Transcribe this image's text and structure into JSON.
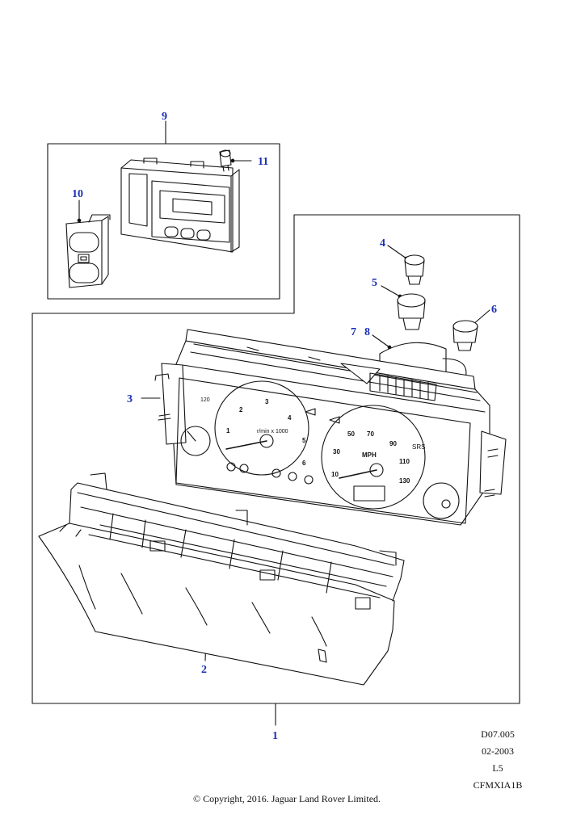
{
  "callouts": {
    "c1": "1",
    "c2": "2",
    "c3": "3",
    "c4": "4",
    "c5": "5",
    "c6": "6",
    "c7": "7",
    "c8": "8",
    "c9": "9",
    "c10": "10",
    "c11": "11"
  },
  "colors": {
    "callout": "#1a2fb5",
    "line": "#111111"
  },
  "gauges": {
    "tacho_label": "r/min x 1000",
    "tacho_ticks": [
      "1",
      "2",
      "3",
      "4",
      "5",
      "6"
    ],
    "speedo_unit": "MPH",
    "speedo_ticks": [
      "10",
      "30",
      "50",
      "70",
      "90",
      "110",
      "130"
    ],
    "srs": "SRS",
    "temp_c": "120"
  },
  "meta": {
    "ref": "D07.005",
    "date": "02-2003",
    "level": "L5",
    "code": "CFMXIA1B",
    "copyright": "© Copyright, 2016. Jaguar Land Rover Limited."
  }
}
